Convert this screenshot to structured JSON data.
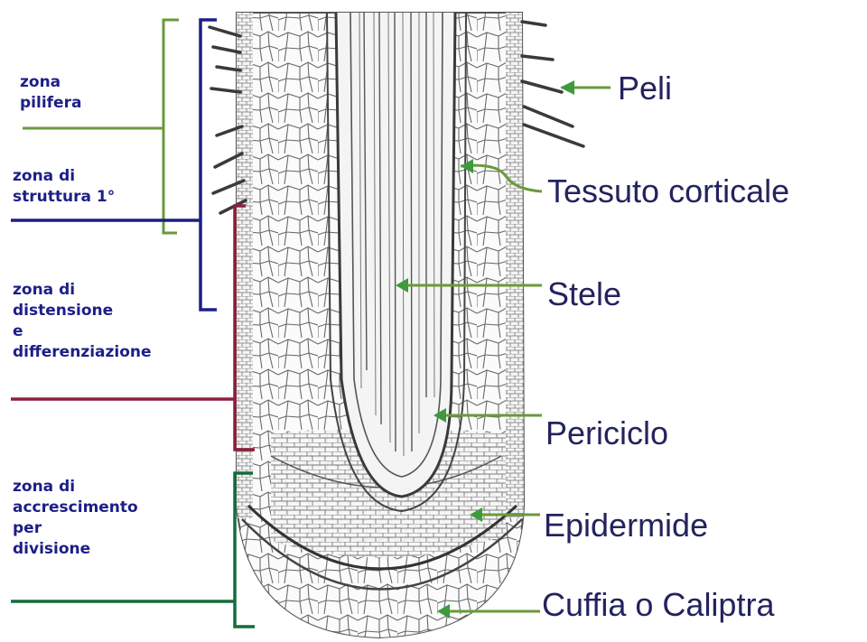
{
  "colors": {
    "green": "#6a9a3a",
    "blue": "#1c1f86",
    "red": "#8e1f3a",
    "darkgreen": "#146c3c",
    "arrow": "#3e9a3e",
    "label": "#23235e",
    "ink": "#444444"
  },
  "zones": [
    {
      "lines": [
        "zona",
        "pilifera"
      ],
      "color": "green"
    },
    {
      "lines": [
        "zona di",
        "struttura 1°"
      ],
      "color": "blue"
    },
    {
      "lines": [
        "zona di",
        "distensione",
        "e",
        "differenziazione"
      ],
      "color": "red"
    },
    {
      "lines": [
        "zona di",
        "accrescimento",
        "per",
        "divisione"
      ],
      "color": "darkgreen"
    }
  ],
  "labels": [
    {
      "text": "Peli"
    },
    {
      "text": "Tessuto corticale"
    },
    {
      "text": "Stele"
    },
    {
      "text": "Periciclo"
    },
    {
      "text": "Epidermide"
    },
    {
      "text": "Cuffia o Caliptra"
    }
  ]
}
